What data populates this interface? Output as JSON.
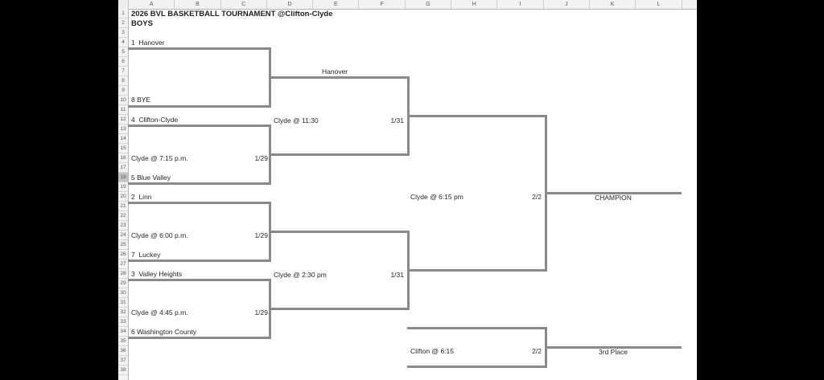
{
  "title": "2026 BVL BASKETBALL TOURNAMENT @Clifton-Clyde",
  "category": "BOYS",
  "sheet": {
    "columns": [
      "A",
      "B",
      "C",
      "D",
      "E",
      "F",
      "G",
      "H",
      "I",
      "J",
      "K",
      "L"
    ],
    "rows": [
      "1",
      "2",
      "3",
      "4",
      "5",
      "6",
      "7",
      "8",
      "9",
      "10",
      "11",
      "12",
      "13",
      "14",
      "15",
      "16",
      "17",
      "18",
      "19",
      "20",
      "21",
      "22",
      "23",
      "24",
      "25",
      "26",
      "27",
      "28",
      "29",
      "30",
      "31",
      "32",
      "33",
      "34",
      "35",
      "36",
      "37",
      "38"
    ],
    "selected_row": "18"
  },
  "colors": {
    "bracket_line": "#8a8a8a",
    "background": "#000000",
    "sheet": "#ffffff"
  },
  "games": {
    "g1": {
      "top": "1  Hanover",
      "bottom": "8 BYE",
      "winner": "Hanover"
    },
    "g2": {
      "top": "4  Clifton-Clyde",
      "bottom": "5 Blue Valley",
      "time": "Clyde @ 7:15 p.m.",
      "date": "1/29"
    },
    "g3": {
      "top": "2  Linn",
      "bottom": "7  Luckey",
      "time": "Clyde @ 6:00 p.m.",
      "date": "1/29"
    },
    "g4": {
      "top": "3  Valley Heights",
      "bottom": "6 Washington County",
      "time": "Clyde @ 4:45 p.m.",
      "date": "1/29"
    },
    "sf1": {
      "time": "Clyde @ 11:30",
      "date": "1/31"
    },
    "sf2": {
      "time": "Clyde @ 2:30 pm",
      "date": "1/31"
    },
    "final": {
      "time": "Clyde @ 6:15 pm",
      "date": "2/2",
      "label": "CHAMPION"
    },
    "third": {
      "time": "Clifton @ 6:15",
      "date": "2/2",
      "label": "3rd Place"
    }
  }
}
